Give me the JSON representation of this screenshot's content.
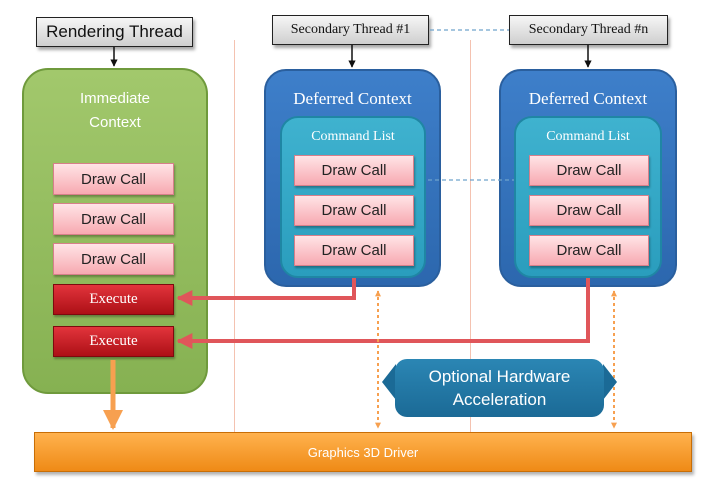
{
  "threads": {
    "rendering": "Rendering Thread",
    "secondary_1": "Secondary Thread #1",
    "secondary_n": "Secondary Thread #n"
  },
  "immediate_context": {
    "title_line1": "Immediate",
    "title_line2": "Context",
    "draw_calls": [
      "Draw Call",
      "Draw Call",
      "Draw Call"
    ],
    "executes": [
      "Execute",
      "Execute"
    ]
  },
  "deferred_contexts": [
    {
      "title": "Deferred Context",
      "command_list_title": "Command List",
      "draw_calls": [
        "Draw Call",
        "Draw Call",
        "Draw Call"
      ]
    },
    {
      "title": "Deferred Context",
      "command_list_title": "Command List",
      "draw_calls": [
        "Draw Call",
        "Draw Call",
        "Draw Call"
      ]
    }
  ],
  "hardware_acceleration": "Optional Hardware\nAcceleration",
  "driver": "Graphics 3D Driver",
  "colors": {
    "immediate_context": "#94bc5e",
    "deferred_context": "#3574bd",
    "command_list": "#35a8c6",
    "draw_call": "#fbc6cb",
    "execute": "#c8202a",
    "driver": "#f89a2c",
    "arrow_red": "#e0565a",
    "arrow_orange": "#f7a050"
  }
}
